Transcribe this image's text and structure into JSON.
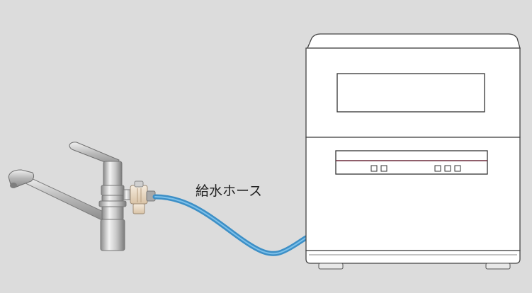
{
  "diagram": {
    "hose_label": "給水ホース",
    "components": [
      {
        "id": "faucet",
        "icon": "single-lever-faucet-icon"
      },
      {
        "id": "branch-valve",
        "icon": "branch-valve-icon"
      },
      {
        "id": "water-hose",
        "icon": "hose-icon"
      },
      {
        "id": "dishwasher",
        "icon": "dishwasher-icon"
      }
    ],
    "colors": {
      "background": "#dcdcdc",
      "hose": "#4a9fd4",
      "chrome": "#b8b8b8",
      "valve": "#e8d7c0",
      "appliance": "#ffffff",
      "outline": "#333333"
    }
  }
}
